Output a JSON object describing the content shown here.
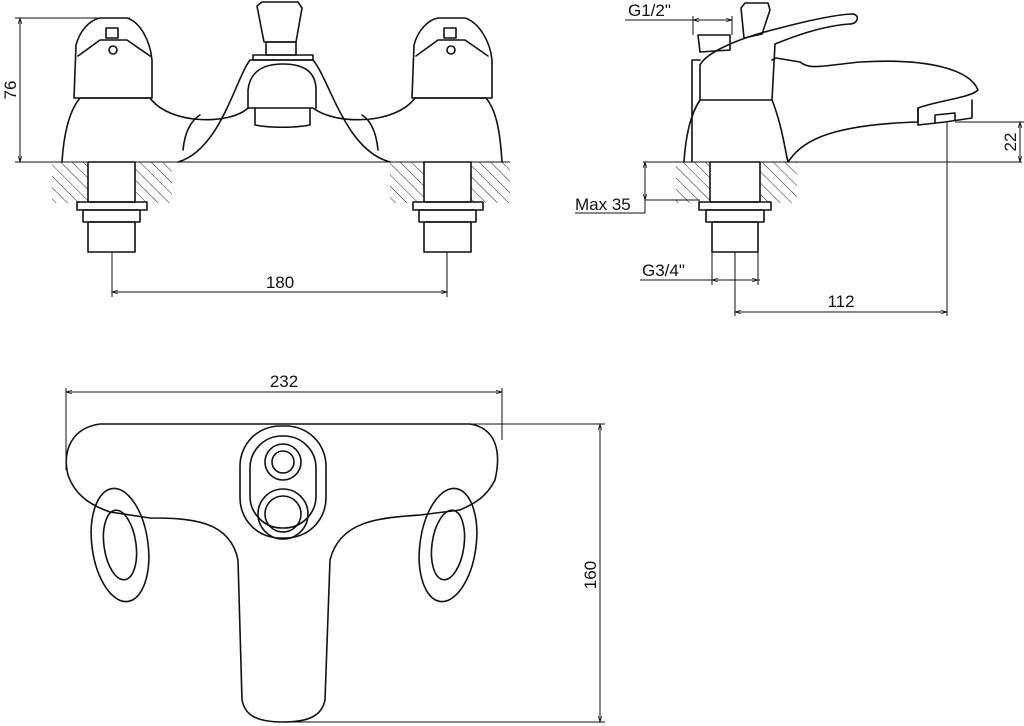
{
  "drawing": {
    "front_view": {
      "dimensions": {
        "height": "76",
        "inlet_spacing": "180"
      }
    },
    "side_view": {
      "dimensions": {
        "top_thread": "G1/2\"",
        "deck_thickness": "Max 35",
        "inlet_thread": "G3/4\"",
        "spout_reach": "112",
        "spout_height": "22"
      }
    },
    "top_view": {
      "dimensions": {
        "width": "232",
        "depth": "160"
      }
    },
    "colors": {
      "line": "#111111",
      "background": "#ffffff"
    }
  }
}
